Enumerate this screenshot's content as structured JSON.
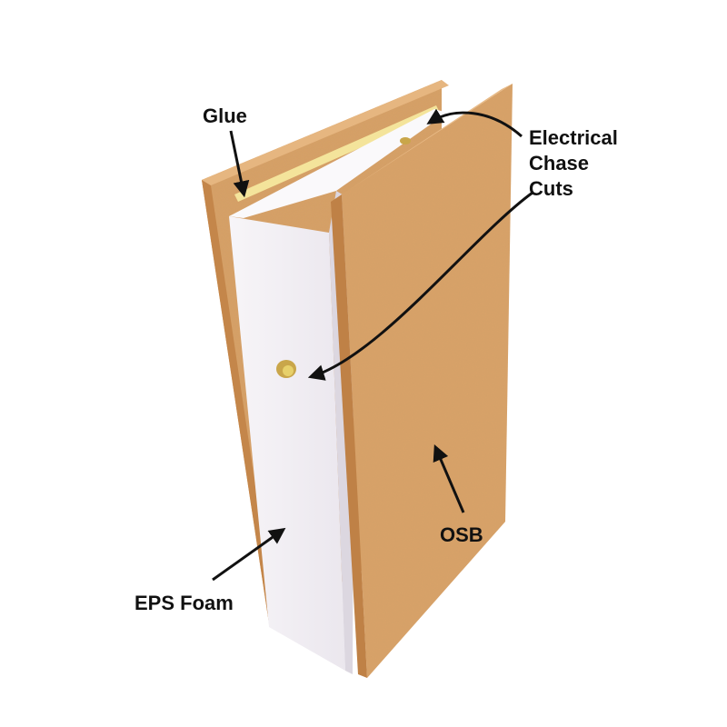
{
  "labels": {
    "glue": "Glue",
    "electrical": [
      "Electrical",
      "Chase",
      "Cuts"
    ],
    "osb": "OSB",
    "eps_foam": "EPS Foam"
  },
  "colors": {
    "osb_face": "#d9a066",
    "osb_edge": "#c98a4e",
    "osb_top": "#e2b07a",
    "foam_face": "#f3f0f4",
    "foam_shadow": "#e3dfe6",
    "glue": "#f6e7a0",
    "arrow": "#111111"
  }
}
